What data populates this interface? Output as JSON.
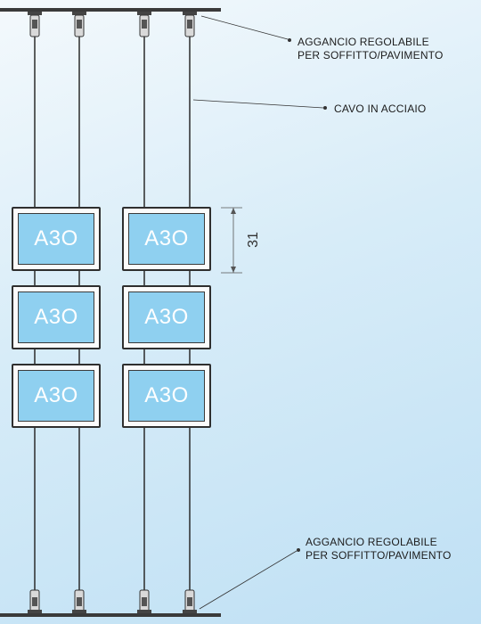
{
  "panel_text": "A3O",
  "dimension": "31",
  "labels": {
    "top_clamp_line1": "AGGANCIO REGOLABILE",
    "top_clamp_line2": "PER SOFFITTO/PAVIMENTO",
    "cable": "CAVO IN ACCIAIO",
    "bottom_clamp_line1": "AGGANCIO REGOLABILE",
    "bottom_clamp_line2": "PER SOFFITTO/PAVIMENTO"
  },
  "colors": {
    "screen": "#8fd0f0",
    "cable": "#2b2b2b",
    "rail": "#3a3a3a"
  }
}
